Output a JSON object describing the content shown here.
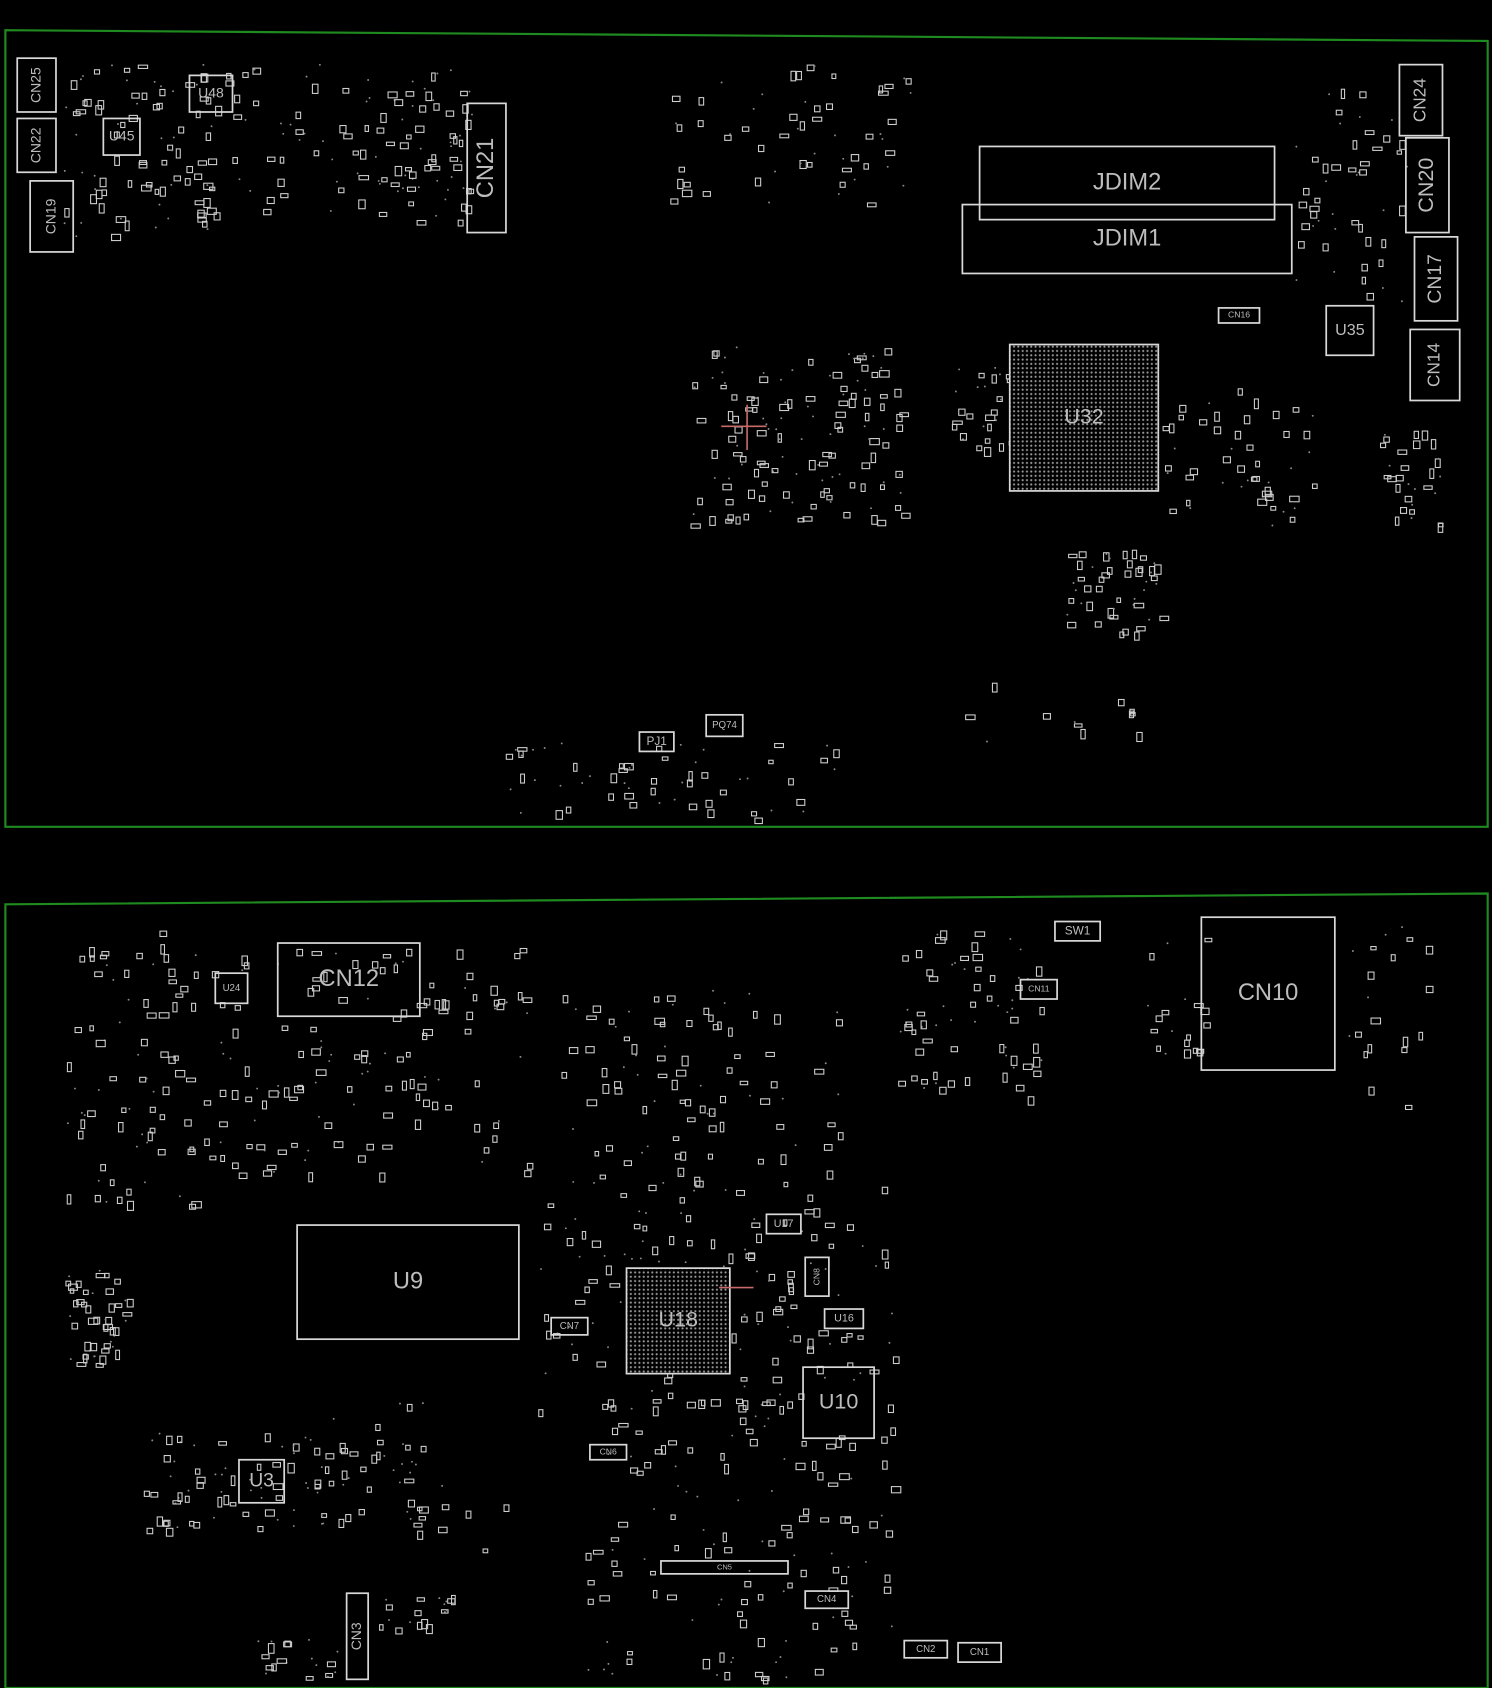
{
  "title": "Motherboard boardview (top and bottom sides)",
  "top_side": {
    "components": [
      "CN25",
      "CN22",
      "CN19",
      "U48",
      "U45",
      "CN21",
      "JDIM2",
      "JDIM1",
      "CN24",
      "CN20",
      "CN17",
      "CN14",
      "U35",
      "U32",
      "CN16",
      "PQ74",
      "PJ1"
    ]
  },
  "bottom_side": {
    "components": [
      "CN12",
      "U24",
      "CN10",
      "SW1",
      "CN11",
      "U9",
      "U18",
      "U17",
      "U16",
      "U10",
      "CN7",
      "CN8",
      "U3",
      "CN3",
      "CN6",
      "CN5",
      "CN4",
      "CN2",
      "CN1"
    ]
  },
  "colors": {
    "background": "#000000",
    "board_outline": "#1f8a1f",
    "silkscreen": "#d8d8d8",
    "marker": "#c86a6a"
  }
}
